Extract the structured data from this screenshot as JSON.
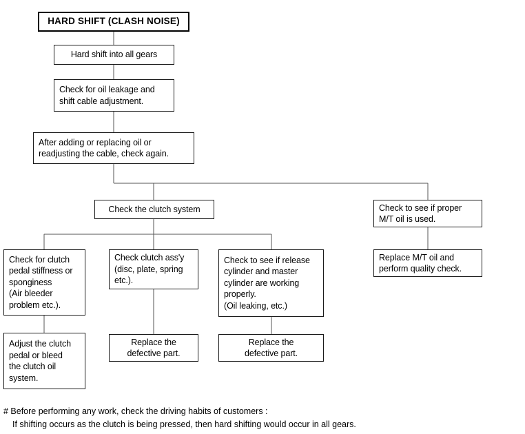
{
  "diagram": {
    "title": "HARD SHIFT (CLASH NOISE)",
    "nodes": {
      "root": "HARD SHIFT (CLASH NOISE)",
      "symptom": "Hard shift into all gears",
      "check_oil_leak": "Check for oil leakage and\nshift cable adjustment.",
      "recheck": "After adding or replacing oil or\nreadjusting the cable, check again.",
      "check_clutch_system": "Check the clutch system",
      "check_mt_oil": "Check to see if proper\nM/T oil is used.",
      "replace_mt_oil": "Replace M/T oil and\nperform quality check.",
      "check_pedal": "Check for clutch\npedal stiffness or\nsponginess\n(Air bleeder\nproblem etc.).",
      "check_assy": "Check clutch ass'y\n(disc, plate, spring\netc.).",
      "check_cylinders": "Check to see if release\ncylinder and master\ncylinder are working\nproperly.\n(Oil leaking, etc.)",
      "adjust_pedal": "Adjust the clutch\npedal or bleed\nthe clutch oil\nsystem.",
      "replace_part_mid": "Replace the\ndefective part.",
      "replace_part_right": "Replace the\ndefective part."
    },
    "footnote": {
      "line1": "# Before performing any work, check the driving habits of customers :",
      "line2": "If shifting occurs as the clutch is being pressed, then hard shifting would occur in all gears."
    },
    "colors": {
      "background": "#ffffff",
      "box_border": "#3a3a3a",
      "title_border": "#000000",
      "connector": "#4a4a4a",
      "text": "#000000"
    }
  }
}
